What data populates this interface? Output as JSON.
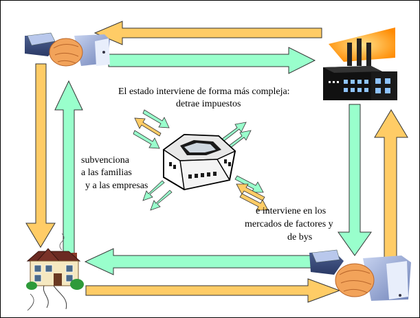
{
  "texts": {
    "state_line1": "El estado interviene de forma más compleja:",
    "state_line2": "detrae impuestos",
    "subsidy_line1": "subvenciona",
    "subsidy_line2": "a las familias",
    "subsidy_line3": "y a las empresas",
    "markets_line1": "e interviene en los",
    "markets_line2": "mercados de factores y",
    "markets_line3": "de bys"
  },
  "icons": {
    "handshake_top": "handshake-icon",
    "handshake_bottom": "handshake-icon",
    "factory": "factory-icon",
    "house": "house-icon",
    "government": "government-building-icon"
  },
  "colors": {
    "green_arrow": "#99ffcc",
    "orange_arrow": "#ffcc66",
    "frame": "#000000"
  }
}
